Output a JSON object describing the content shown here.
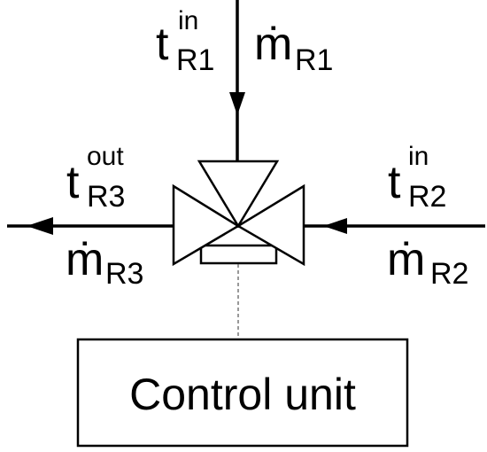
{
  "labels": {
    "r1_t_base": "t",
    "r1_t_sup": "in",
    "r1_t_sub": "R1",
    "r1_m_base": "ṁ",
    "r1_m_sub": "R1",
    "r2_t_base": "t",
    "r2_t_sup": "in",
    "r2_t_sub": "R2",
    "r2_m_base": "ṁ",
    "r2_m_sub": "R2",
    "r3_t_base": "t",
    "r3_t_sup": "out",
    "r3_t_sub": "R3",
    "r3_m_base": "ṁ",
    "r3_m_sub": "R3"
  },
  "control_unit": {
    "label": "Control unit"
  },
  "colors": {
    "stroke": "#000000",
    "background": "#ffffff"
  }
}
